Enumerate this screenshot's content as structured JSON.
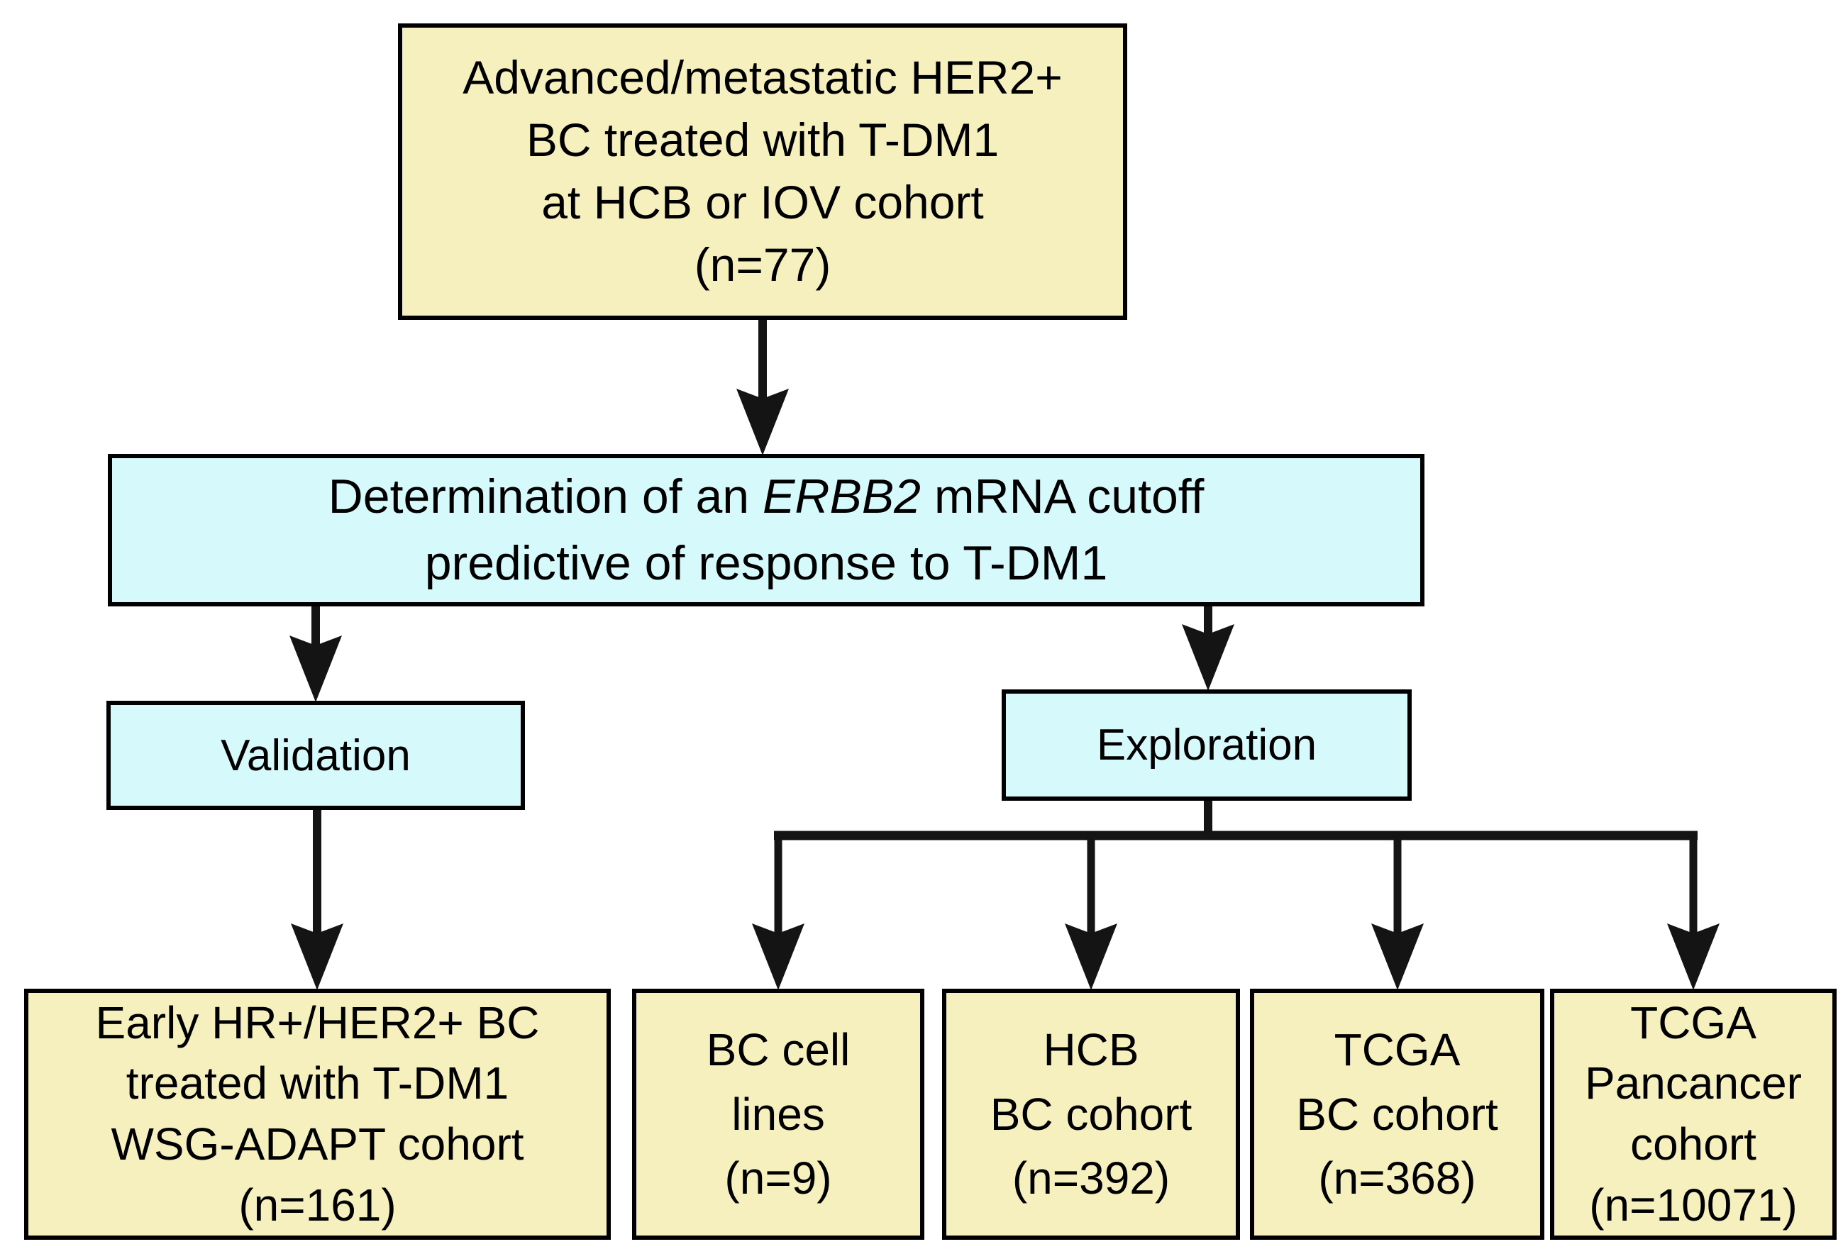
{
  "figure": {
    "background": "#FFFFFF",
    "colors": {
      "node_yellow": "#F6EFBE",
      "node_cyan": "#D6F9FC",
      "border": "#000000",
      "connector": "#141414"
    },
    "nodes": {
      "source_cohort": {
        "lines": [
          "Advanced/metastatic HER2+",
          "BC treated with T-DM1",
          "at HCB or IOV cohort",
          "(n=77)"
        ]
      },
      "determination": {
        "line1_prefix": "Determination of an ",
        "line1_gene": "ERBB2",
        "line1_suffix": " mRNA cutoff",
        "line2": "predictive of response to T-DM1"
      },
      "validation": {
        "label": "Validation"
      },
      "exploration": {
        "label": "Exploration"
      },
      "wsg_adapt": {
        "lines": [
          "Early HR+/HER2+ BC",
          "treated with T-DM1",
          "WSG-ADAPT cohort",
          "(n=161)"
        ]
      },
      "bc_cell_lines": {
        "lines": [
          "BC cell",
          "lines",
          "(n=9)"
        ]
      },
      "hcb_bc": {
        "lines": [
          "HCB",
          "BC cohort",
          "(n=392)"
        ]
      },
      "tcga_bc": {
        "lines": [
          "TCGA",
          "BC cohort",
          "(n=368)"
        ]
      },
      "tcga_pancancer": {
        "lines": [
          "TCGA",
          "Pancancer",
          "cohort",
          "(n=10071)"
        ]
      }
    }
  }
}
